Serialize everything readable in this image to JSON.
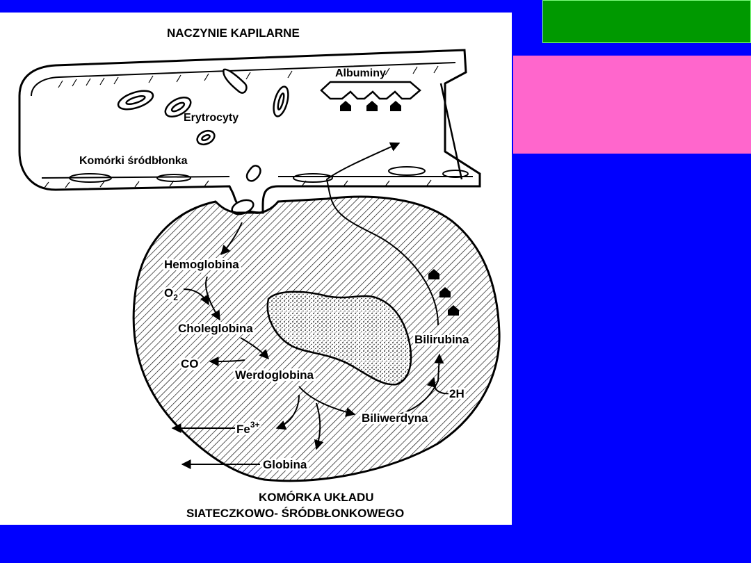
{
  "colors": {
    "background": "#0000ff",
    "green_bar": "#009900",
    "pink_box": "#ff66cc",
    "figure_bg": "#ffffff"
  },
  "diagram": {
    "title_top": "NACZYNIE KAPILARNE",
    "title_bottom_line1": "KOMÓRKA UKŁADU",
    "title_bottom_line2": "SIATECZKOWO- ŚRÓDBŁONKOWEGO",
    "labels": {
      "albuminy": "Albuminy",
      "erytrocyty": "Erytrocyty",
      "komorki_srodblonka": "Komórki śródbłonka",
      "hemoglobina": "Hemoglobina",
      "o2": "O",
      "o2_sub": "2",
      "choleglobina": "Choleglobina",
      "co": "CO",
      "werdoglobina": "Werdoglobina",
      "bilirubina": "Bilirubina",
      "two_h": "2H",
      "biliwerdyna": "Biliwerdyna",
      "fe": "Fe",
      "fe_sup": "3+",
      "globina": "Globina"
    }
  }
}
